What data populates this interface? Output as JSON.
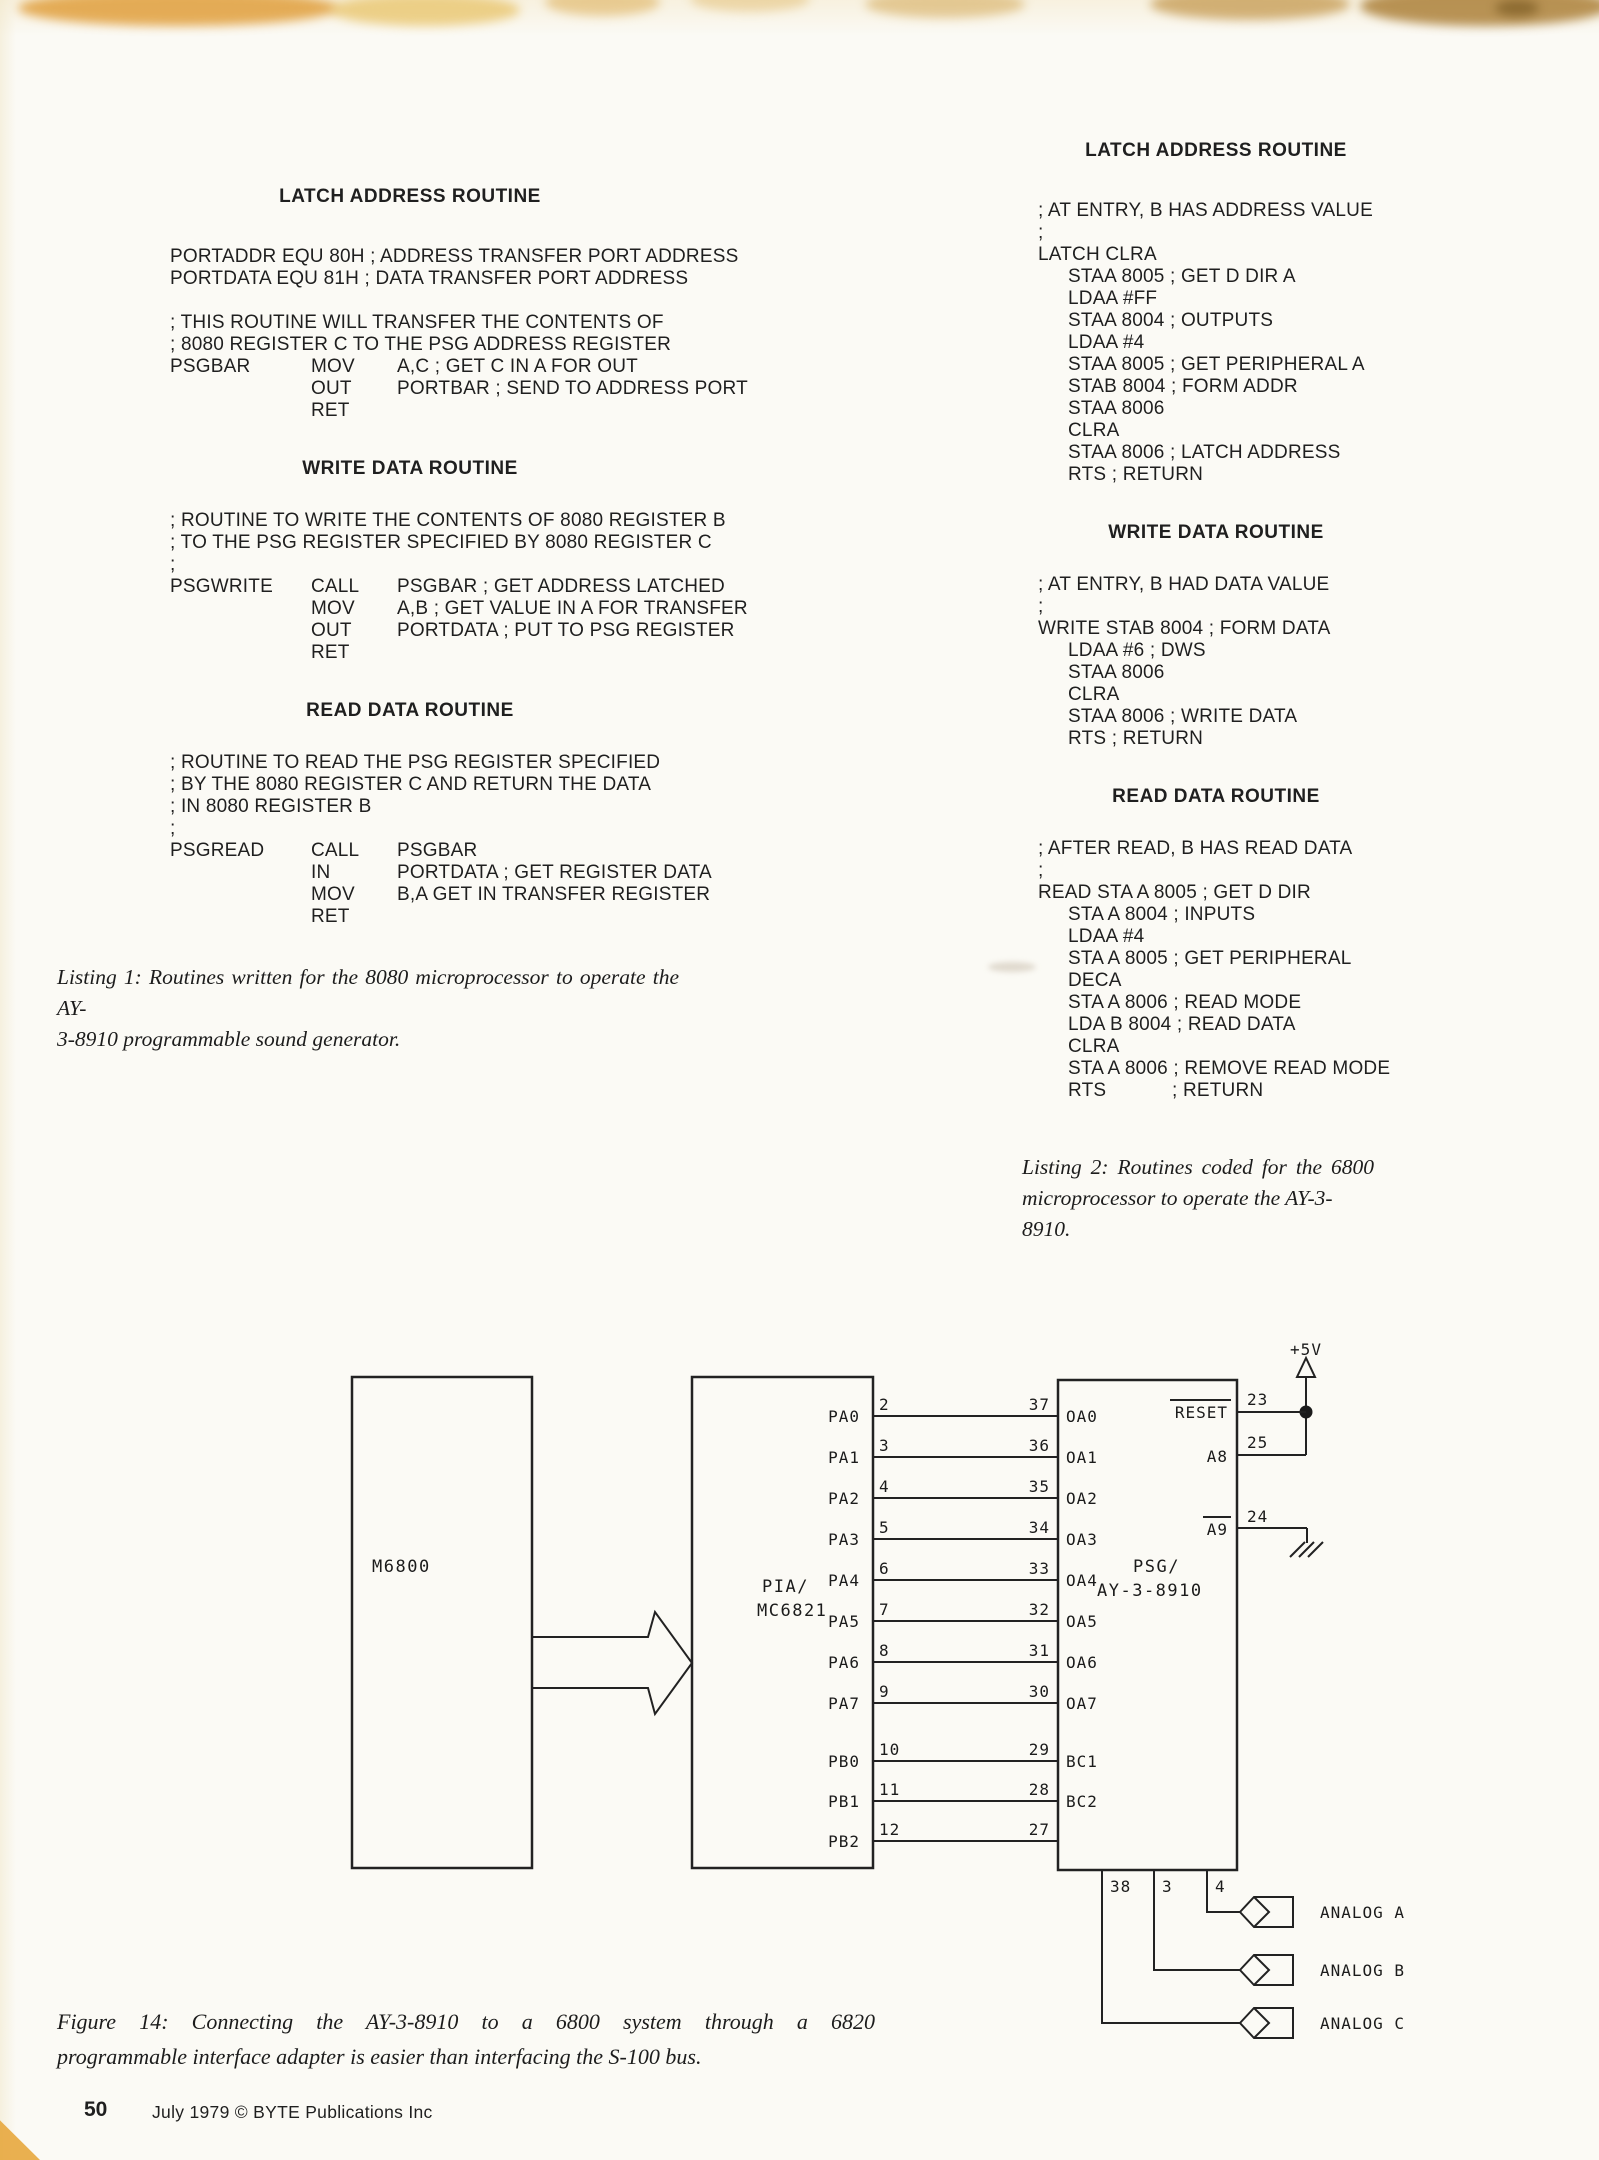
{
  "listing1": {
    "sections": [
      {
        "heading": "LATCH ADDRESS ROUTINE",
        "lines": [
          {
            "text": "PORTADDR EQU 80H ; ADDRESS TRANSFER PORT ADDRESS"
          },
          {
            "text": "PORTDATA EQU 81H ; DATA TRANSFER PORT ADDRESS"
          },
          {
            "text": ""
          },
          {
            "text": "; THIS ROUTINE WILL TRANSFER THE CONTENTS OF"
          },
          {
            "text": "; 8080 REGISTER C TO THE PSG ADDRESS REGISTER"
          },
          {
            "cols": [
              "PSGBAR",
              "MOV",
              "A,C ; GET C IN A FOR OUT"
            ]
          },
          {
            "cols": [
              "",
              "OUT",
              "PORTBAR ; SEND TO ADDRESS PORT"
            ]
          },
          {
            "cols": [
              "",
              "RET",
              ""
            ]
          }
        ]
      },
      {
        "heading": "WRITE DATA ROUTINE",
        "lines": [
          {
            "text": "; ROUTINE TO WRITE THE CONTENTS OF 8080 REGISTER B"
          },
          {
            "text": "; TO THE PSG REGISTER SPECIFIED BY 8080 REGISTER C"
          },
          {
            "text": ";"
          },
          {
            "cols": [
              "PSGWRITE",
              "CALL",
              "PSGBAR ; GET ADDRESS LATCHED"
            ]
          },
          {
            "cols": [
              "",
              "MOV",
              "A,B ; GET VALUE IN A FOR TRANSFER"
            ]
          },
          {
            "cols": [
              "",
              "OUT",
              "PORTDATA ; PUT TO PSG REGISTER"
            ]
          },
          {
            "cols": [
              "",
              "RET",
              ""
            ]
          }
        ]
      },
      {
        "heading": "READ DATA ROUTINE",
        "lines": [
          {
            "text": "; ROUTINE TO READ THE PSG REGISTER SPECIFIED"
          },
          {
            "text": "; BY THE 8080 REGISTER C AND RETURN THE DATA"
          },
          {
            "text": "; IN 8080 REGISTER B"
          },
          {
            "text": ";"
          },
          {
            "cols": [
              "PSGREAD",
              "CALL",
              "PSGBAR"
            ]
          },
          {
            "cols": [
              "",
              "IN",
              "PORTDATA ; GET REGISTER DATA"
            ]
          },
          {
            "cols": [
              "",
              "MOV",
              "B,A GET IN TRANSFER REGISTER"
            ]
          },
          {
            "cols": [
              "",
              "RET",
              ""
            ]
          }
        ]
      }
    ],
    "caption_lines": [
      "Listing 1: Routines written for the 8080 microprocessor to operate the AY-",
      "3-8910 programmable sound generator."
    ]
  },
  "listing2": {
    "sections": [
      {
        "heading": "LATCH ADDRESS ROUTINE",
        "lines": [
          {
            "text": "; AT ENTRY, B HAS ADDRESS VALUE",
            "indent": 0
          },
          {
            "text": ";",
            "indent": 0
          },
          {
            "text": "LATCH CLRA",
            "indent": 0
          },
          {
            "text": "STAA 8005 ; GET D DIR A",
            "indent": 1
          },
          {
            "text": "LDAA #FF",
            "indent": 1
          },
          {
            "text": "STAA 8004 ; OUTPUTS",
            "indent": 1
          },
          {
            "text": "LDAA #4",
            "indent": 1
          },
          {
            "text": "STAA 8005 ; GET PERIPHERAL A",
            "indent": 1
          },
          {
            "text": "STAB 8004 ; FORM ADDR",
            "indent": 1
          },
          {
            "text": "STAA 8006",
            "indent": 1
          },
          {
            "text": "CLRA",
            "indent": 1
          },
          {
            "text": "STAA 8006 ; LATCH ADDRESS",
            "indent": 1
          },
          {
            "text": "RTS ; RETURN",
            "indent": 1
          }
        ]
      },
      {
        "heading": "WRITE DATA ROUTINE",
        "lines": [
          {
            "text": "; AT ENTRY, B HAD DATA VALUE",
            "indent": 0
          },
          {
            "text": ";",
            "indent": 0
          },
          {
            "text": "WRITE STAB 8004 ; FORM DATA",
            "indent": 0
          },
          {
            "text": "LDAA #6 ; DWS",
            "indent": 1
          },
          {
            "text": "STAA 8006",
            "indent": 1
          },
          {
            "text": "CLRA",
            "indent": 1
          },
          {
            "text": "STAA 8006 ; WRITE DATA",
            "indent": 1
          },
          {
            "text": "RTS ; RETURN",
            "indent": 1
          }
        ]
      },
      {
        "heading": "READ DATA ROUTINE",
        "lines": [
          {
            "text": "; AFTER READ, B HAS READ DATA",
            "indent": 0
          },
          {
            "text": ";",
            "indent": 0
          },
          {
            "text": "READ STA A 8005 ; GET D DIR",
            "indent": 0
          },
          {
            "text": "STA A 8004 ; INPUTS",
            "indent": 1
          },
          {
            "text": "LDAA #4",
            "indent": 1
          },
          {
            "text": "STA A 8005 ; GET PERIPHERAL",
            "indent": 1
          },
          {
            "text": "DECA",
            "indent": 1
          },
          {
            "text": "STA A 8006 ; READ MODE",
            "indent": 1
          },
          {
            "text": "LDA B 8004 ; READ DATA",
            "indent": 1
          },
          {
            "text": "CLRA",
            "indent": 1
          },
          {
            "text": "STA A 8006 ; REMOVE READ MODE",
            "indent": 1
          },
          {
            "text": "RTS            ; RETURN",
            "indent": 1
          }
        ]
      }
    ],
    "caption_lines": [
      "Listing 2: Routines coded for the 6800",
      "microprocessor to operate the AY-3-8910."
    ]
  },
  "figure": {
    "caption_lines": [
      "Figure 14: Connecting the AY-3-8910 to a 6800 system through a 6820",
      "programmable interface adapter is easier than interfacing the S-100 bus."
    ],
    "cpu_label": "M6800",
    "pia_label_1": "PIA/",
    "pia_label_2": "MC6821",
    "psg_label_1": "PSG/",
    "psg_label_2": "AY-3-8910",
    "plus5v": "+5V",
    "reset_label": "RESET",
    "reset_pin": "23",
    "a8_label": "A8",
    "a8_pin": "25",
    "a9_label": "A9",
    "a9_pin": "24",
    "pin38": "38",
    "pin3": "3",
    "pin4": "4",
    "port_rows": [
      {
        "pia": "PA0",
        "lpin": "2",
        "rpin": "37",
        "psg": "OA0"
      },
      {
        "pia": "PA1",
        "lpin": "3",
        "rpin": "36",
        "psg": "OA1"
      },
      {
        "pia": "PA2",
        "lpin": "4",
        "rpin": "35",
        "psg": "OA2"
      },
      {
        "pia": "PA3",
        "lpin": "5",
        "rpin": "34",
        "psg": "OA3"
      },
      {
        "pia": "PA4",
        "lpin": "6",
        "rpin": "33",
        "psg": "OA4"
      },
      {
        "pia": "PA5",
        "lpin": "7",
        "rpin": "32",
        "psg": "OA5"
      },
      {
        "pia": "PA6",
        "lpin": "8",
        "rpin": "31",
        "psg": "OA6"
      },
      {
        "pia": "PA7",
        "lpin": "9",
        "rpin": "30",
        "psg": "OA7"
      },
      {
        "pia": "PB0",
        "lpin": "10",
        "rpin": "29",
        "psg": "BC1"
      },
      {
        "pia": "PB1",
        "lpin": "11",
        "rpin": "28",
        "psg": "BC2"
      },
      {
        "pia": "PB2",
        "lpin": "12",
        "rpin": "27",
        "psg": ""
      }
    ],
    "analog_outputs": [
      "ANALOG A",
      "ANALOG B",
      "ANALOG C"
    ]
  },
  "footer": {
    "page_number": "50",
    "credit": "July 1979 © BYTE Publications Inc"
  }
}
